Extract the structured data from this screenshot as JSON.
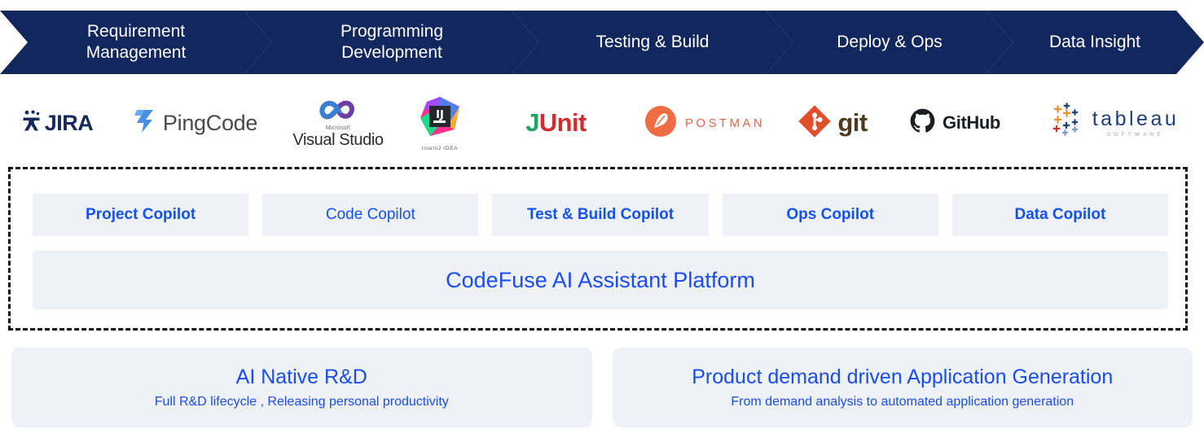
{
  "banner": {
    "background_color": "#12275e",
    "text_color": "#ffffff",
    "stages": [
      {
        "line1": "Requirement",
        "line2": "Management"
      },
      {
        "line1": "Programming",
        "line2": "Development"
      },
      {
        "line1": "Testing & Build",
        "line2": ""
      },
      {
        "line1": "Deploy & Ops",
        "line2": ""
      },
      {
        "line1": "Data Insight",
        "line2": ""
      }
    ]
  },
  "logos": [
    {
      "name": "JIRA",
      "text": "JIRA",
      "color": "#16295c"
    },
    {
      "name": "PingCode",
      "text": "PingCode",
      "color": "#4a4a4a",
      "mark_color": "#4a90e2"
    },
    {
      "name": "Visual Studio",
      "vendor": "Microsoft",
      "text": "Visual Studio",
      "color": "#2b2b2b"
    },
    {
      "name": "IntelliJ IDEA",
      "text": "IJ",
      "caption": "IntelliJ IDEA"
    },
    {
      "name": "JUnit",
      "text_1": "J",
      "text_2": "Unit",
      "color_1": "#25a162",
      "color_2": "#cf2e2e"
    },
    {
      "name": "Postman",
      "text": "POSTMAN",
      "color": "#e4694a"
    },
    {
      "name": "git",
      "text": "git",
      "color": "#4b3b22",
      "mark_color": "#e04e2c"
    },
    {
      "name": "GitHub",
      "text": "GitHub",
      "color": "#1b1f23"
    },
    {
      "name": "Tableau",
      "text": "tableau",
      "subtitle": "SOFTWARE",
      "color": "#1f3f7a"
    }
  ],
  "platform": {
    "copilots": [
      {
        "label": "Project Copilot",
        "bold": true
      },
      {
        "label": "Code Copilot",
        "bold": false
      },
      {
        "label": "Test & Build Copilot",
        "bold": true
      },
      {
        "label": "Ops Copilot",
        "bold": true
      },
      {
        "label": "Data Copilot",
        "bold": true
      }
    ],
    "platform_label": "CodeFuse AI Assistant Platform",
    "accent_color": "#1a4df0",
    "box_color": "#eef1f7"
  },
  "bottom_panels": [
    {
      "title": "AI Native R&D",
      "subtitle": "Full R&D lifecycle , Releasing personal productivity"
    },
    {
      "title": "Product demand driven Application Generation",
      "subtitle": "From demand analysis to automated application generation"
    }
  ]
}
